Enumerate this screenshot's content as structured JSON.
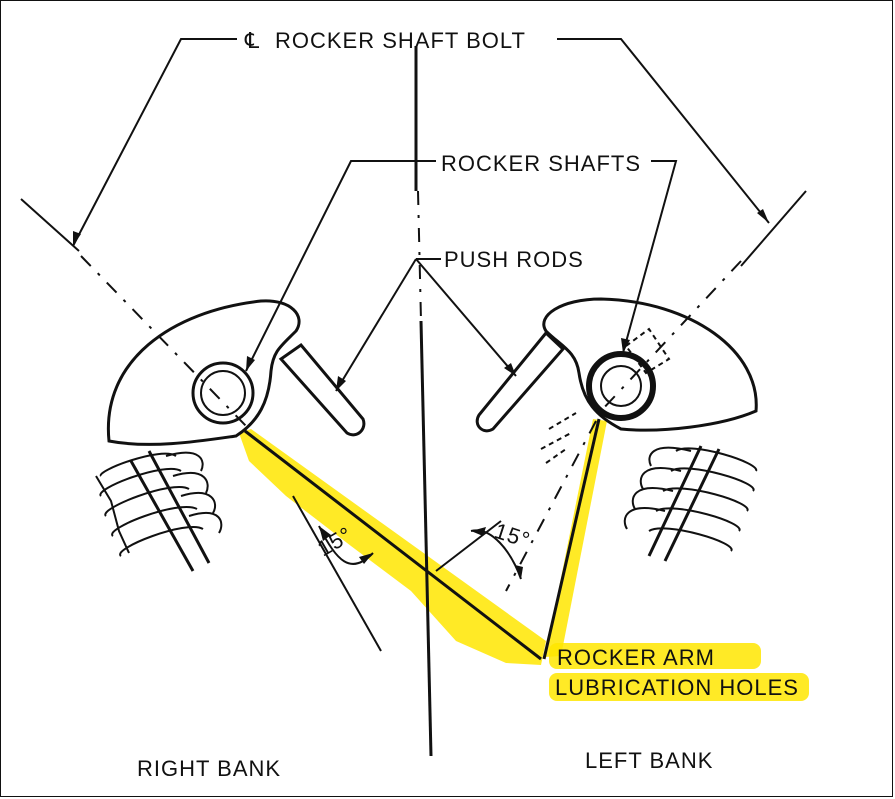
{
  "labels": {
    "centerline_symbol": "℄",
    "rocker_shaft_bolt": "ROCKER SHAFT BOLT",
    "rocker_shafts": "ROCKER SHAFTS",
    "push_rods": "PUSH RODS",
    "angle_left": "15°",
    "angle_right": "15°",
    "lube_holes_line1": "ROCKER ARM",
    "lube_holes_line2": "LUBRICATION HOLES",
    "right_bank": "RIGHT BANK",
    "left_bank": "LEFT BANK"
  },
  "colors": {
    "highlight": "#ffe600",
    "ink": "#111111"
  }
}
